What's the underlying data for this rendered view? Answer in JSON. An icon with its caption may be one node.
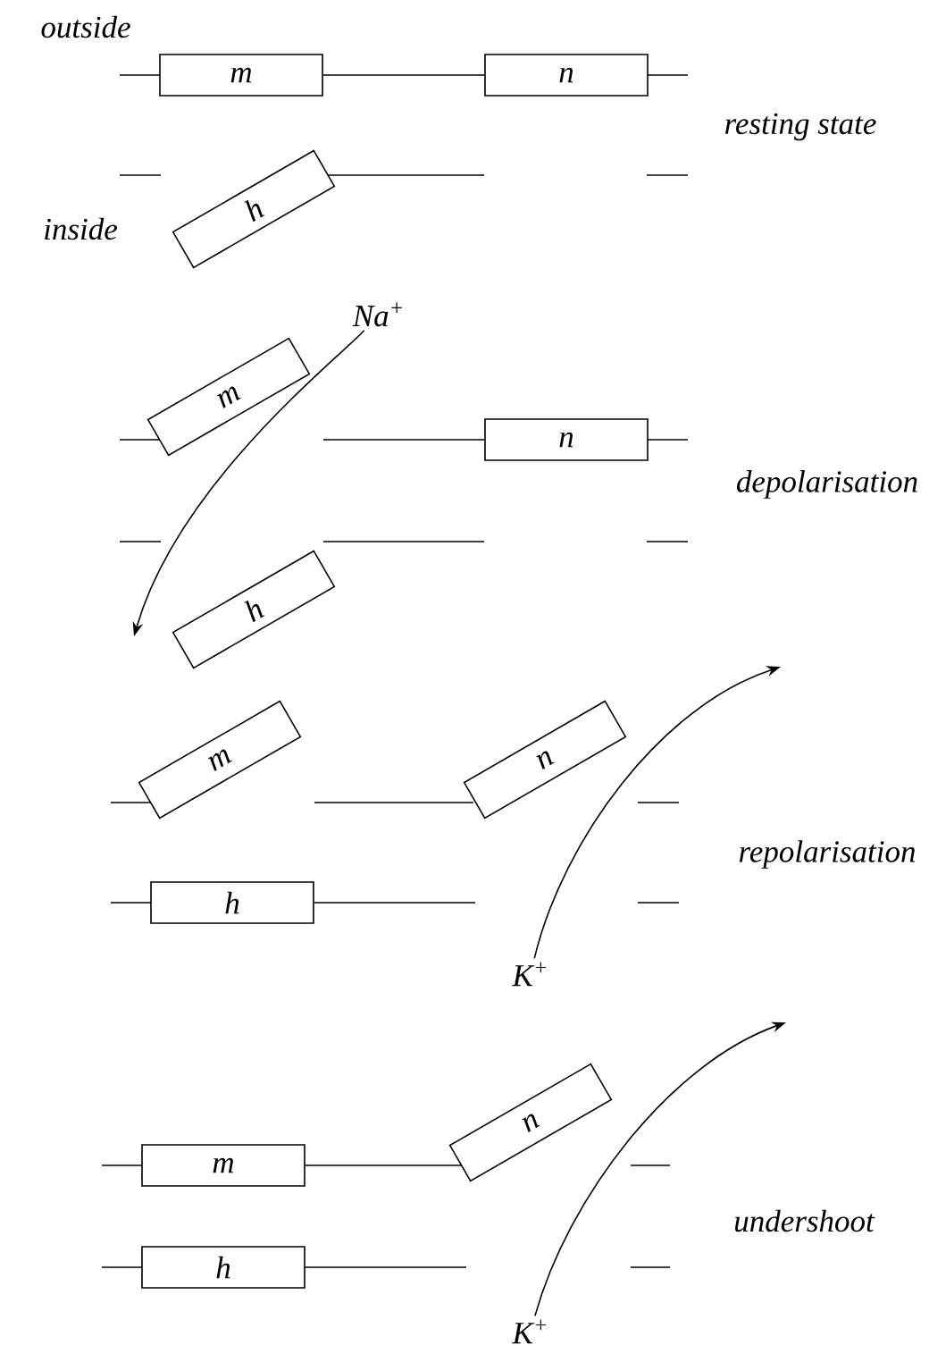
{
  "diagram": {
    "nodes": [
      {
        "text": [
          "m"
        ]
      },
      {
        "text": [
          "n"
        ]
      },
      {
        "text": [
          "h"
        ]
      },
      {
        "text": [
          "Na$^{+}$"
        ]
      },
      {
        "text": [
          "m"
        ]
      },
      {
        "text": [
          "n"
        ]
      },
      {
        "text": [
          "h"
        ]
      },
      {
        "text": [
          "m"
        ]
      },
      {
        "text": [
          "n"
        ]
      },
      {
        "text": [
          "h"
        ]
      },
      {
        "text": [
          "K$^{+}$"
        ]
      },
      {
        "text": [
          "m"
        ]
      },
      {
        "text": [
          "n"
        ]
      },
      {
        "text": [
          "h"
        ]
      },
      {
        "text": [
          "K$^{+}$"
        ]
      }
    ],
    "edges": [
      {
        "from": 3,
        "to": null,
        "arrow": "to"
      },
      {
        "from": 10,
        "to": null,
        "arrow": "to"
      },
      {
        "from": 14,
        "to": null,
        "arrow": "to"
      }
    ],
    "labels": [
      "outside",
      "resting state",
      "inside",
      "depolarisation",
      "repolarisation",
      "undershoot"
    ]
  }
}
